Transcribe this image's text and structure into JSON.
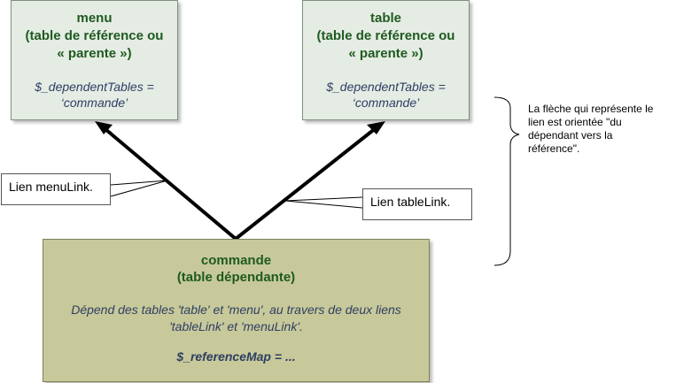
{
  "nodes": {
    "menu": {
      "title_lines": [
        "menu",
        "(table de référence ou",
        "« parente »)"
      ],
      "var_lines": [
        "$_dependentTables =",
        "‘commande’"
      ]
    },
    "table": {
      "title_lines": [
        "table",
        "(table de référence ou",
        "« parente »)"
      ],
      "var_lines": [
        "$_dependentTables =",
        "‘commande’"
      ]
    },
    "commande": {
      "title_lines": [
        "commande",
        "(table dépendante)"
      ],
      "desc_lines": [
        "Dépend des tables 'table' et 'menu', au travers de deux liens",
        "'tableLink' et 'menuLink'."
      ],
      "ref": "$_referenceMap = ..."
    }
  },
  "callouts": {
    "menulink": "Lien menuLink.",
    "tablelink": "Lien tableLink."
  },
  "note_lines": [
    "La flèche qui représente le",
    "lien est orientée \"du",
    "dépendant vers la",
    "référence\"."
  ],
  "colors": {
    "parent_fill": "#e4ece4",
    "dependent_fill": "#c7c99a",
    "title_text": "#1f5a1f",
    "var_text": "#2f3e63"
  }
}
